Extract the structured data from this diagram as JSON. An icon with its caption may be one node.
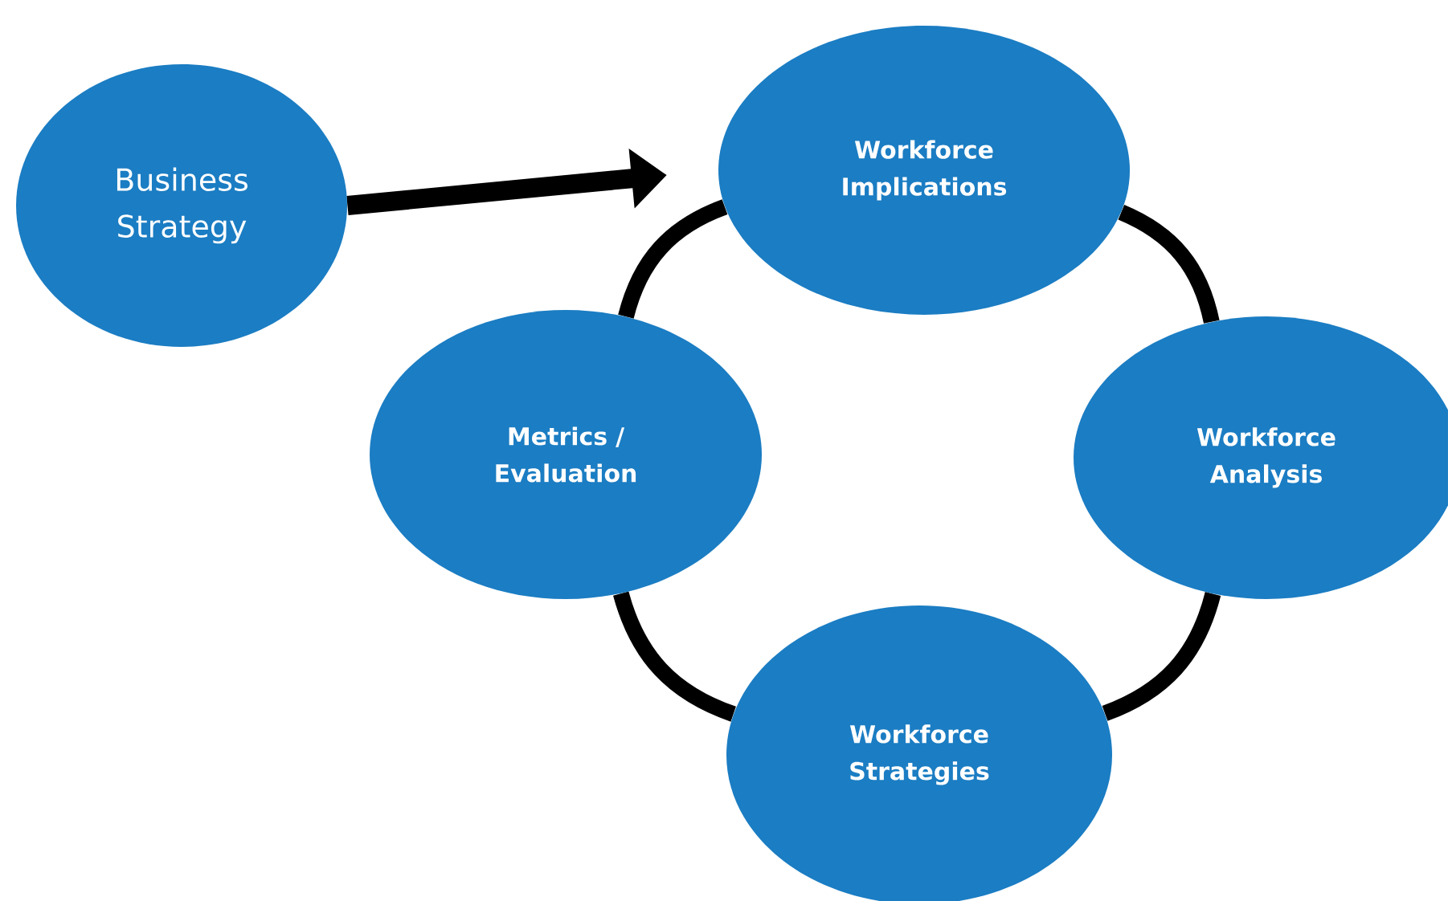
{
  "diagram": {
    "nodes": [
      {
        "text": [
          "Business Strategy"
        ]
      },
      {
        "text": [
          "Workforce Implications"
        ]
      },
      {
        "text": [
          "Workforce Analysis"
        ]
      },
      {
        "text": [
          "Workforce Strategies"
        ]
      },
      {
        "text": [
          "Metrics / Evaluation"
        ]
      }
    ],
    "edges": [
      {
        "from": 0,
        "to": 1,
        "arrow": "to"
      },
      {
        "from": 1,
        "to": 2,
        "arrow": "none"
      },
      {
        "from": 2,
        "to": 3,
        "arrow": "none"
      },
      {
        "from": 3,
        "to": 4,
        "arrow": "none"
      },
      {
        "from": 4,
        "to": 1,
        "arrow": "none"
      }
    ]
  }
}
